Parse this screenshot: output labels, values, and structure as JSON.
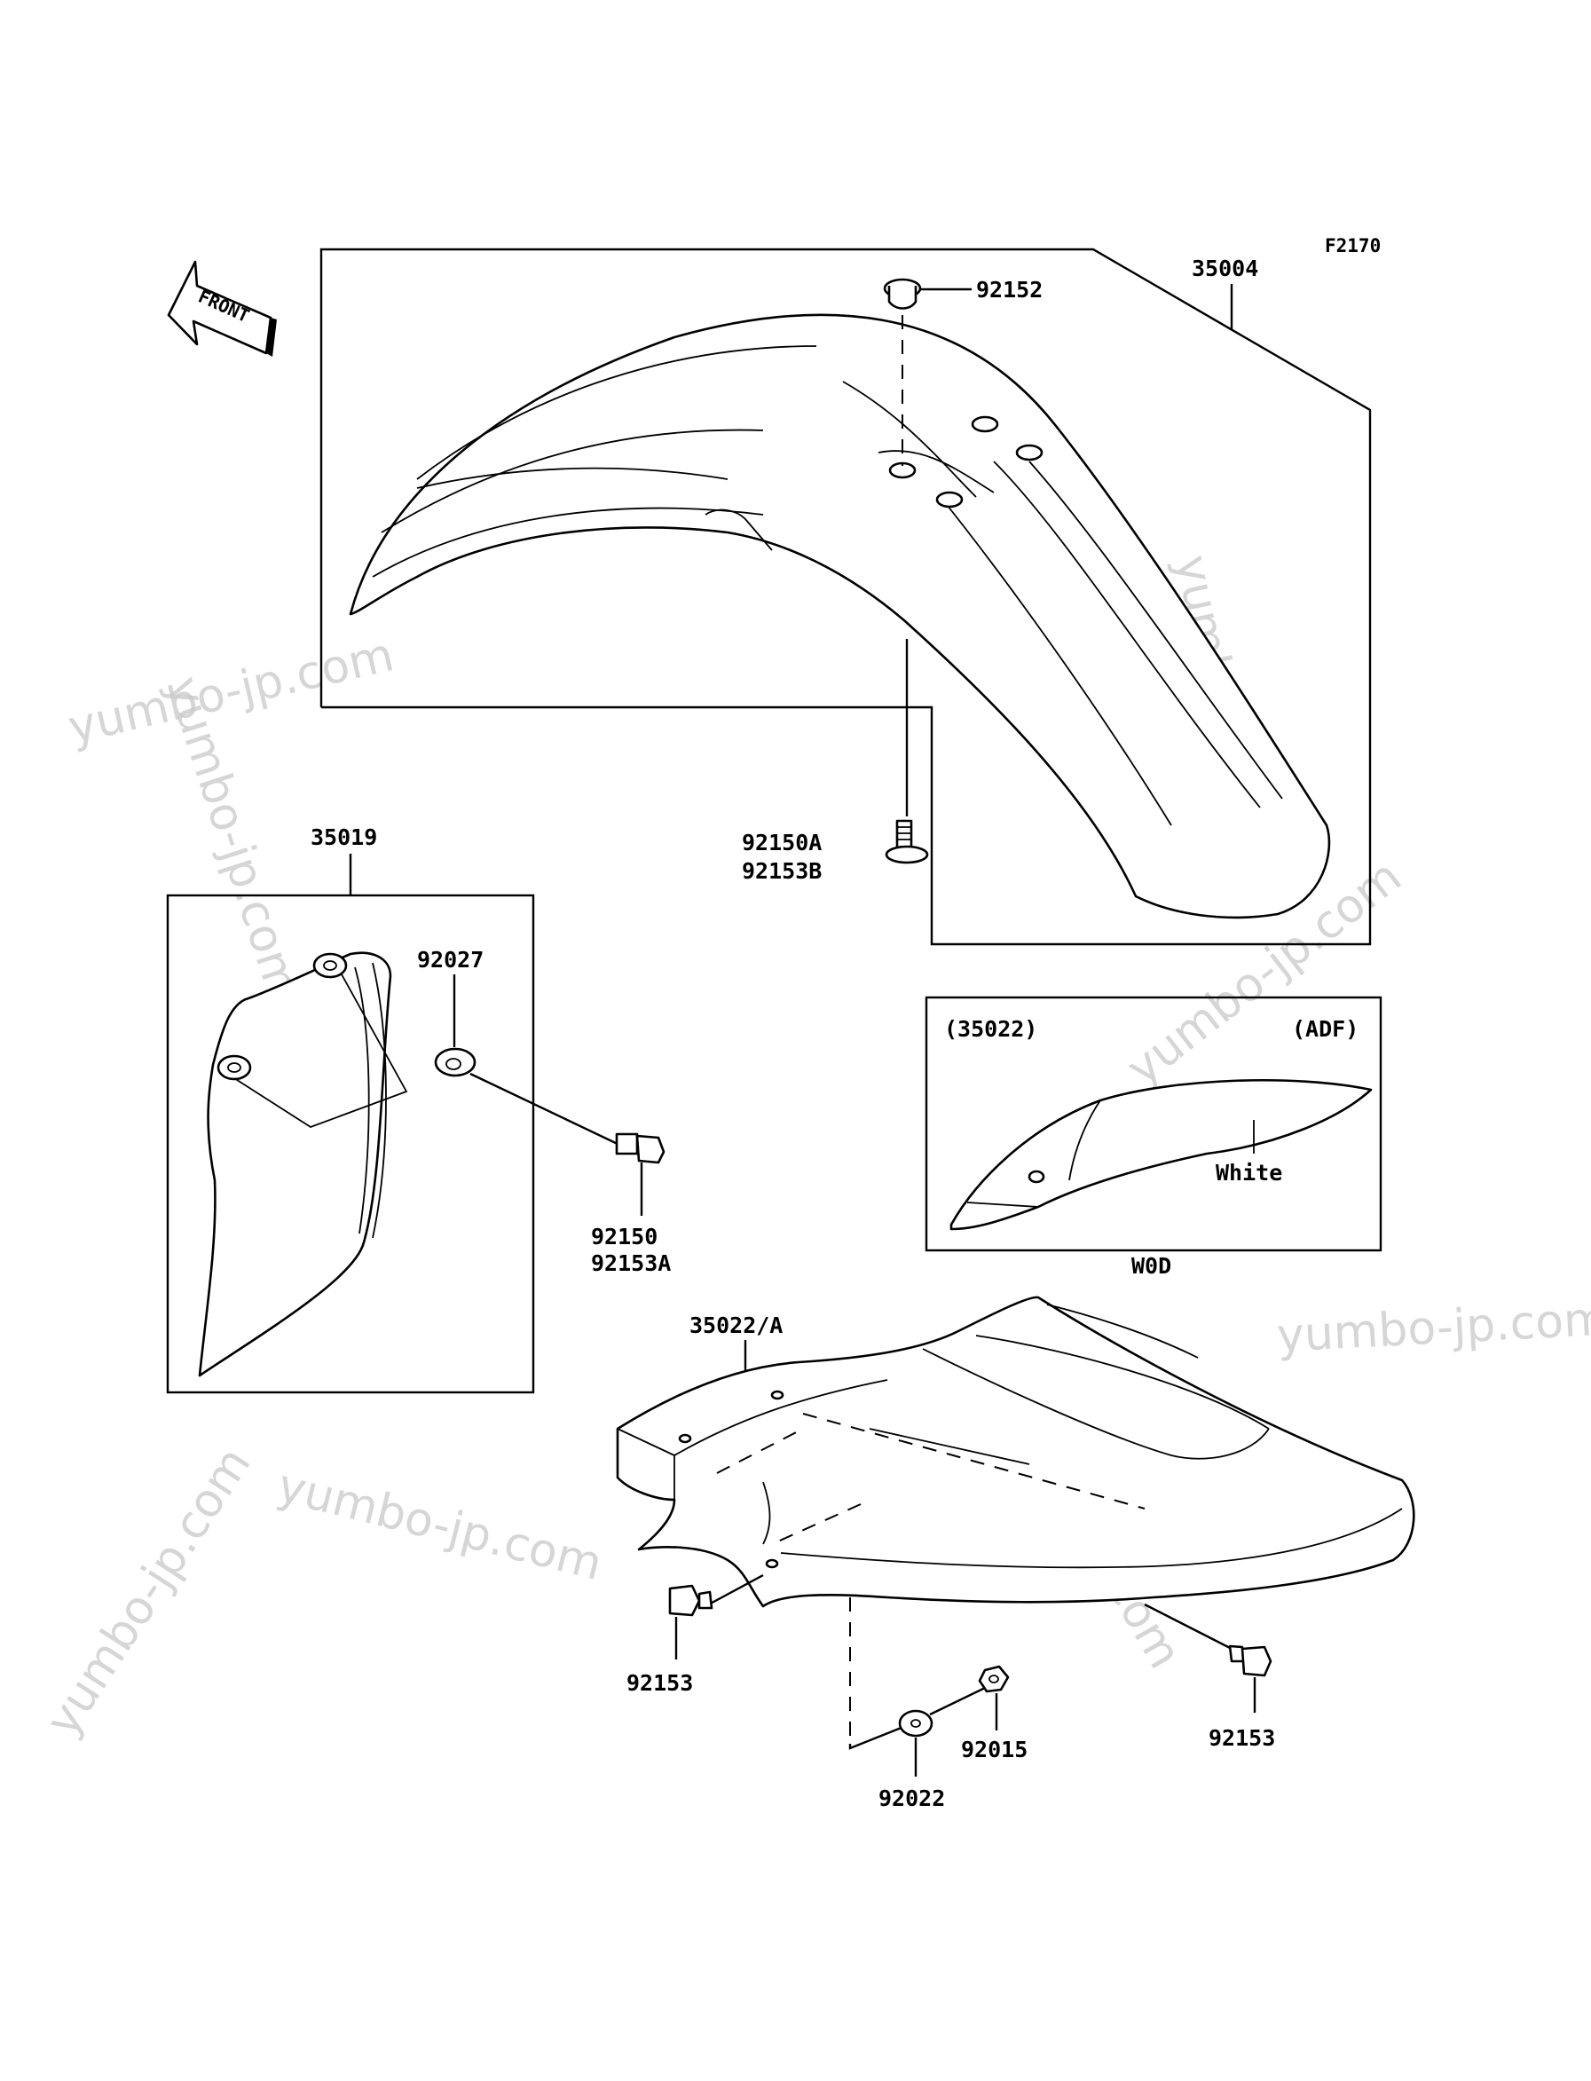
{
  "figure_code": "F2170",
  "front_label": "FRONT",
  "parts": {
    "front_fender": "35004",
    "grommet_top": "92152",
    "bolt_front_fender": [
      "92150A",
      "92153B"
    ],
    "fork_guard": "35019",
    "grommet_guard": "92027",
    "bolt_guard": [
      "92150",
      "92153A"
    ],
    "variant_part": "(35022)",
    "variant_code": "(ADF)",
    "variant_color": "White",
    "variant_caption": "W0D",
    "rear_fender": "35022/A",
    "bolt_rear_left": "92153",
    "bolt_rear_right": "92153",
    "nut": "92015",
    "washer": "92022"
  },
  "watermark": "yumbo-jp.com"
}
